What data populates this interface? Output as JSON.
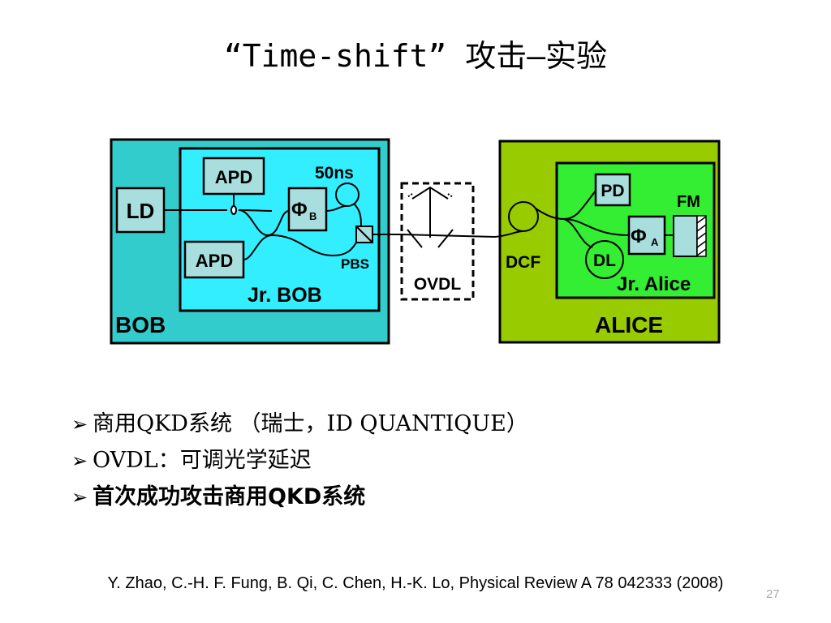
{
  "slide": {
    "title": "“Time-shift” 攻击—实验",
    "page_number": "27"
  },
  "diagram": {
    "bob": {
      "outer_label": "BOB",
      "inner_label": "Jr. BOB",
      "ld": "LD",
      "apd_top": "APD",
      "apd_bottom": "APD",
      "phase_b": "Φ",
      "phase_b_sub": "B",
      "delay_label": "50ns",
      "pbs": "PBS"
    },
    "ovdl": "OVDL",
    "alice": {
      "outer_label": "ALICE",
      "inner_label": "Jr. Alice",
      "pd": "PD",
      "fm": "FM",
      "phase_a": "Φ",
      "phase_a_sub": "A",
      "dl": "DL",
      "dcf": "DCF"
    },
    "colors": {
      "bob_outer": "#33cccc",
      "bob_inner": "#33eeff",
      "alice_outer": "#99cc00",
      "alice_inner": "#33ee33",
      "component_fill": "#a8dede"
    }
  },
  "bullets": [
    {
      "text": "商用QKD系统 （瑞士，ID QUANTIQUE）"
    },
    {
      "text": "OVDL：可调光学延迟"
    },
    {
      "text": "首次成功攻击商用QKD系统"
    }
  ],
  "citation": "Y.  Zhao, C.-H. F. Fung, B. Qi, C. Chen, H.-K. Lo,  Physical Review A 78 042333 (2008)"
}
